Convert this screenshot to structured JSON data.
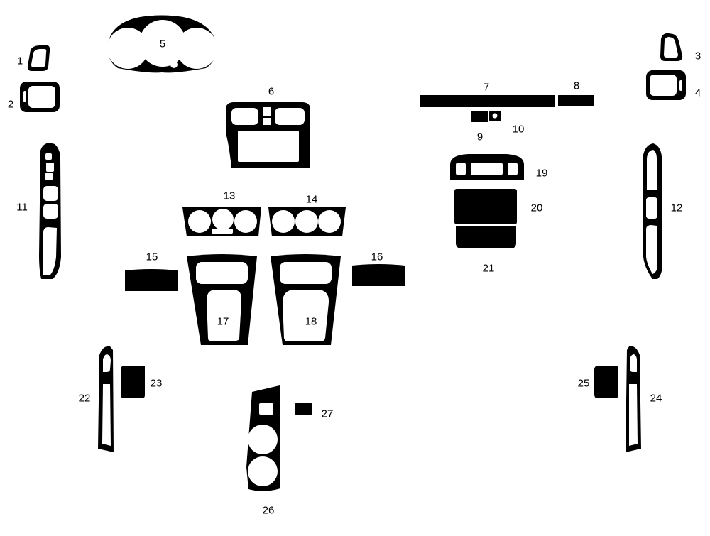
{
  "diagram": {
    "colors": {
      "piece": "#000000",
      "cutout": "#ffffff",
      "background": "#ffffff"
    },
    "parts": [
      {
        "number": "1"
      },
      {
        "number": "2"
      },
      {
        "number": "3"
      },
      {
        "number": "4"
      },
      {
        "number": "5"
      },
      {
        "number": "6"
      },
      {
        "number": "7"
      },
      {
        "number": "8"
      },
      {
        "number": "9"
      },
      {
        "number": "10"
      },
      {
        "number": "11"
      },
      {
        "number": "12"
      },
      {
        "number": "13"
      },
      {
        "number": "14"
      },
      {
        "number": "15"
      },
      {
        "number": "16"
      },
      {
        "number": "17"
      },
      {
        "number": "18"
      },
      {
        "number": "19"
      },
      {
        "number": "20"
      },
      {
        "number": "21"
      },
      {
        "number": "22"
      },
      {
        "number": "23"
      },
      {
        "number": "24"
      },
      {
        "number": "25"
      },
      {
        "number": "26"
      },
      {
        "number": "27"
      }
    ]
  }
}
